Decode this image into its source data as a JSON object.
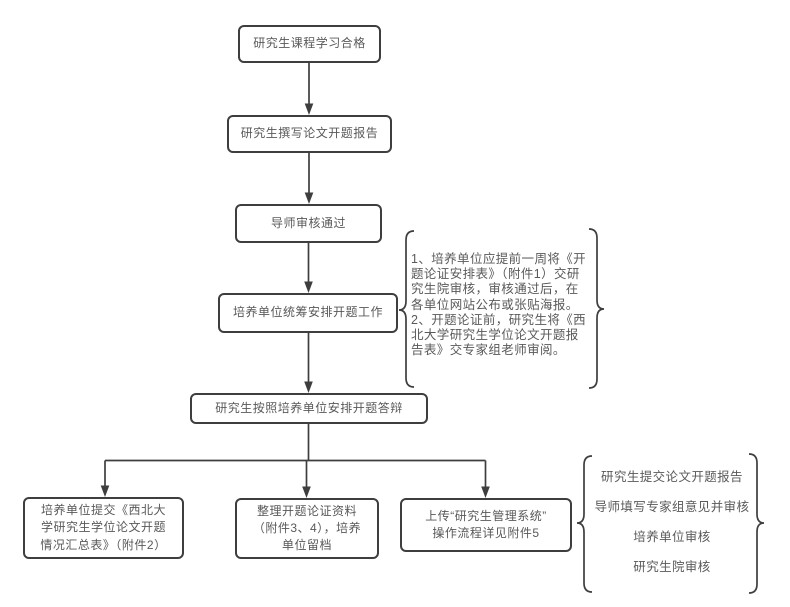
{
  "flowchart": {
    "nodes": {
      "course_complete": "研究生课程学习合格",
      "write_proposal": "研究生撰写论文开题报告",
      "advisor_approve": "导师审核通过",
      "unit_arrange": "培养单位统筹安排开题工作",
      "proposal_defense": "研究生按照培养单位安排开题答辩",
      "submit_summary": "培养单位提交《西北大\n学研究生学位论文开题\n情况汇总表》（附件2）",
      "archive_materials": "整理开题论证资料\n（附件3、4），培养\n单位留档",
      "upload_system": "上传“研究生管理系统”\n操作流程详见附件5"
    },
    "annotations": {
      "schedule_note": "1、培养单位应提前一周将《开\n题论证安排表》（附件1）交研\n究生院审核，审核通过后，在\n各单位网站公布或张贴海报。\n2、开题论证前，研究生将《西\n北大学研究生学位论文开题报\n告表》交专家组老师审阅。",
      "system_steps": [
        "研究生提交论文开题报告",
        "导师填写专家组意见并审核",
        "培养单位审核",
        "研究生院审核"
      ]
    },
    "colors": {
      "line": "#3e3e3e",
      "text": "#595959",
      "background": "#ffffff"
    }
  }
}
